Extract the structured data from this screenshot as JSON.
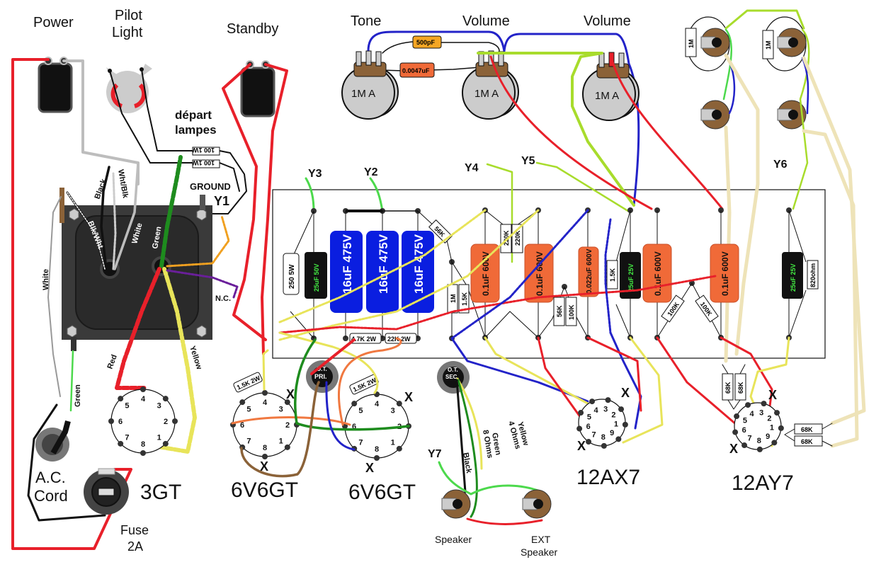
{
  "title": "Guitar tube amplifier point-to-point wiring layout",
  "colors": {
    "red": "#e8202a",
    "blue": "#2323c8",
    "green": "#1e8c1e",
    "light_green": "#4cd94c",
    "lime": "#a8dc2c",
    "yellow": "#e8e45a",
    "orange": "#f07840",
    "brown": "#8b6238",
    "tan": "#eee3b8",
    "grey": "#bdbdbd",
    "black": "#111111",
    "cap_blue": "#0a1ee0",
    "cap_orange": "#f06a38",
    "cap_black": "#111111",
    "cap_text_green": "#44ee44",
    "transformer": "#3a3a3a"
  },
  "top_labels": {
    "power": "Power",
    "pilot_light_1": "Pilot",
    "pilot_light_2": "Light",
    "standby": "Standby",
    "tone": "Tone",
    "volume_1": "Volume",
    "volume_2": "Volume",
    "depart_1": "départ",
    "depart_2": "lampes",
    "ground": "GROUND"
  },
  "pots": [
    {
      "name": "Tone",
      "value": "1M A"
    },
    {
      "name": "Volume",
      "value": "1M A"
    },
    {
      "name": "Volume",
      "value": "1M A"
    }
  ],
  "tone_caps": {
    "top": "500pF",
    "bottom": "0.0047uF"
  },
  "input_jacks": {
    "resistor_left": "1M",
    "resistor_right": "1M"
  },
  "pilot_resistors": [
    "100 1W",
    "100 1W"
  ],
  "transformer_wires": {
    "black": "Black",
    "wht_blk": "Wht/Blk",
    "blk_wht": "Blk/Wht",
    "white_inner": "White",
    "green": "Green",
    "white_outer": "White",
    "red": "Red",
    "yellow": "Yellow",
    "green_ground": "Green",
    "nc": "N.C."
  },
  "y_points": [
    "Y1",
    "Y2",
    "Y3",
    "Y4",
    "Y5",
    "Y6",
    "Y7"
  ],
  "board_components": {
    "r_250": "250 5W",
    "c_25_50": "25uF 50V",
    "c_16_a": "16uF 475V",
    "c_16_b": "16uF 475V",
    "c_16_c": "16uF 475V",
    "r_56k_top": "56K",
    "r_1m": "1M",
    "r_1_5k_a": "1.5K",
    "c_01_a": "0.1uF 600V",
    "r_220k_a": "220K",
    "r_220k_b": "220K",
    "c_01_b": "0.1uF 600V",
    "r_56k_b": "56K",
    "r_100k_a": "100K",
    "c_0022": "0.022uF 600V",
    "r_1_5k_b": "1.5K",
    "c_25_25_a": "25uF 25V",
    "c_01_c": "0.1uF 600V",
    "r_100k_b": "100K",
    "r_100k_c": "100K",
    "c_01_d": "0.1uF 600V",
    "c_25_25_b": "25uF 25V",
    "r_820": "820ohm",
    "r_4_7k": "4.7K 2W",
    "r_22k": "22K 2W"
  },
  "tubes": {
    "rect": {
      "label": "3GT",
      "pins": [
        "1",
        "2",
        "3",
        "4",
        "5",
        "6",
        "7",
        "8"
      ]
    },
    "power_1": {
      "label": "6V6GT",
      "resistor": "1.5K 2W",
      "pins": [
        "1",
        "2",
        "3",
        "4",
        "5",
        "6",
        "7",
        "8"
      ]
    },
    "power_2": {
      "label": "6V6GT",
      "resistor": "1.5K 2W",
      "pins": [
        "1",
        "2",
        "3",
        "4",
        "5",
        "6",
        "7",
        "8"
      ]
    },
    "pre_1": {
      "label": "12AX7",
      "pins": [
        "1",
        "2",
        "3",
        "4",
        "5",
        "6",
        "7",
        "8",
        "9"
      ]
    },
    "pre_2": {
      "label": "12AY7",
      "pins": [
        "1",
        "2",
        "3",
        "4",
        "5",
        "6",
        "7",
        "8",
        "9"
      ],
      "resistors": [
        "68K",
        "68K",
        "68K",
        "68K"
      ]
    }
  },
  "unused_marker": "X",
  "ot_primary": {
    "line1": "O.T.",
    "line2": "PRI."
  },
  "ot_secondary": {
    "line1": "O.T.",
    "line2": "SEC."
  },
  "speaker_wires": {
    "black": "Black",
    "green_1": "Green",
    "green_2": "8 Ohms",
    "yellow_1": "Yellow",
    "yellow_2": "4 Ohms"
  },
  "bottom_labels": {
    "ac_1": "A.C.",
    "ac_2": "Cord",
    "fuse_1": "Fuse",
    "fuse_2": "2A",
    "speaker": "Speaker",
    "ext_1": "EXT",
    "ext_2": "Speaker"
  }
}
